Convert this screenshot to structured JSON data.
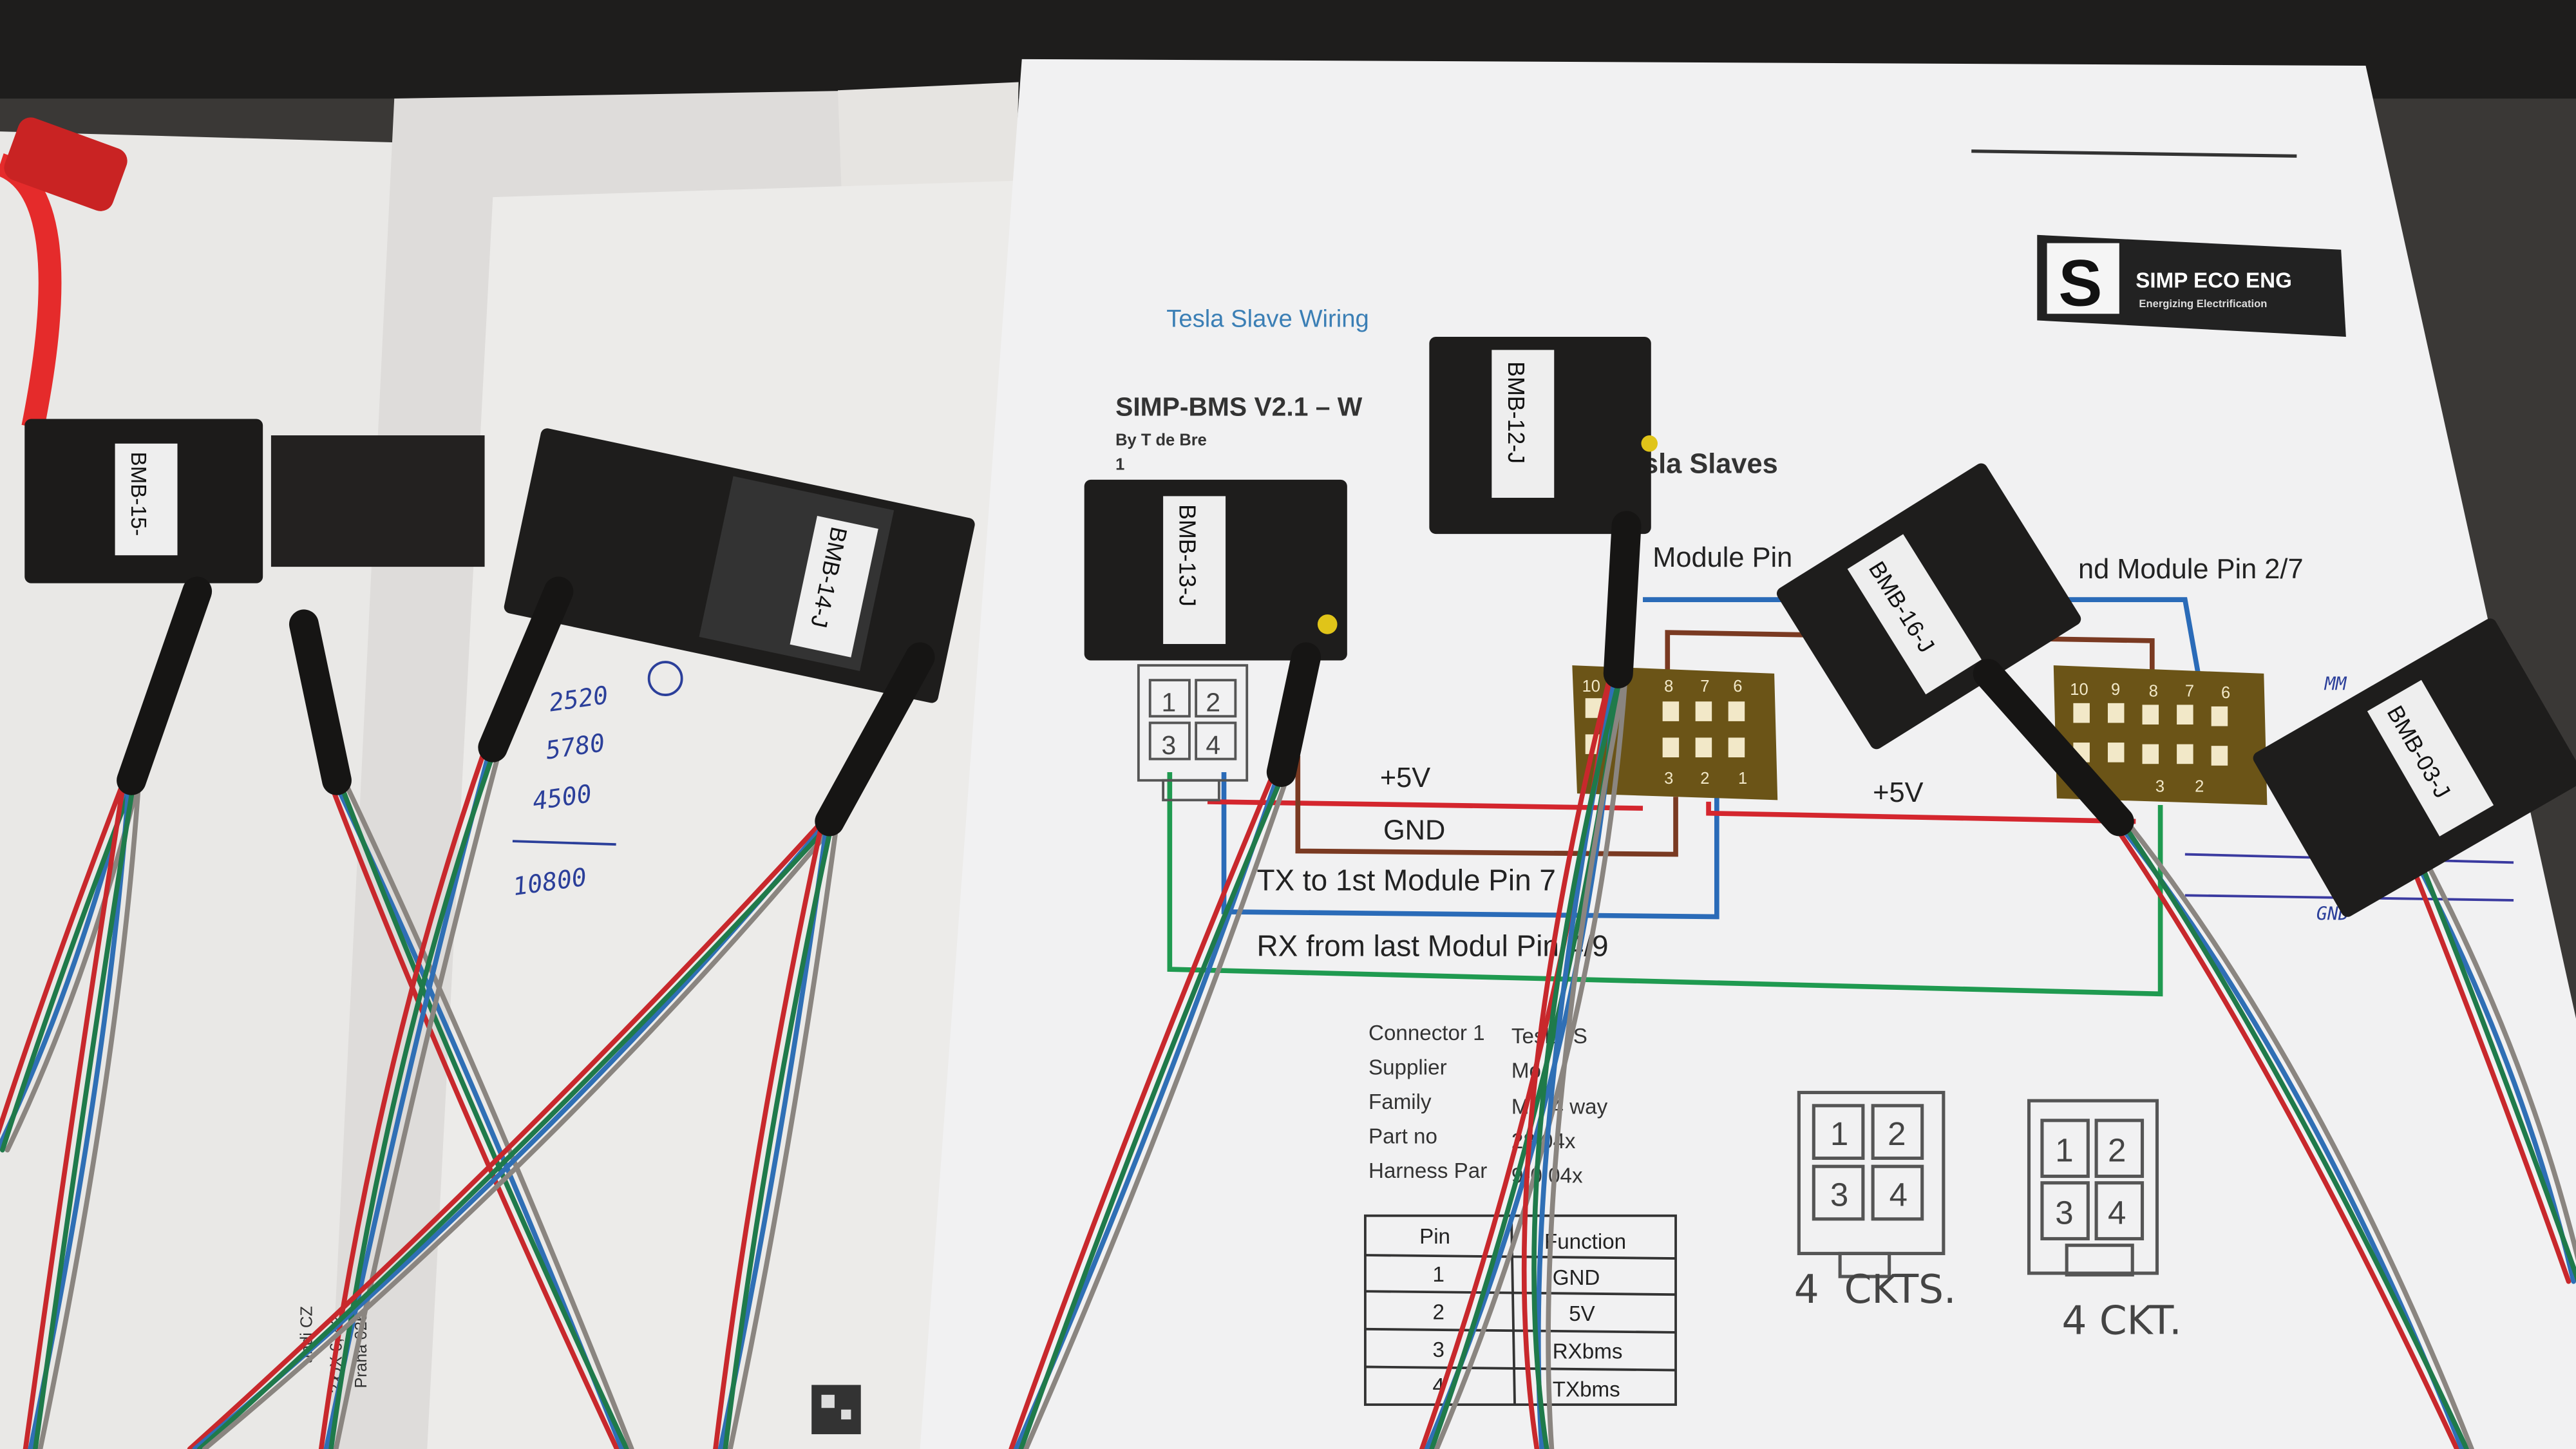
{
  "document": {
    "subtitle": "Tesla Slave Wiring",
    "title": "SIMP-BMS V2.1 – W",
    "author": "By T de Bre",
    "date_fragment": "1",
    "heading_fragment": "sla Slaves",
    "logo": {
      "letter": "S",
      "name": "SIMP ECO ENG",
      "tagline": "Energizing Electrification"
    },
    "diagram": {
      "label_module_pin_1": "Module Pin",
      "label_module_pin_2": "nd Module Pin 2/7",
      "plus5v_left": "+5V",
      "gnd": "GND",
      "tx": "TX to 1st Module Pin 7",
      "rx": "RX from last Modul  Pin 4/9",
      "plus5v_right": "+5V",
      "small_connector_pins": [
        "1",
        "2",
        "3",
        "4"
      ],
      "header_left_top_pins": [
        "10",
        "8",
        "7",
        "6"
      ],
      "header_left_bottom_pins": [
        "3",
        "2",
        "1"
      ],
      "header_right_top_pins": [
        "10",
        "9",
        "8",
        "7",
        "6"
      ],
      "header_right_bottom_pins": [
        "3",
        "2"
      ]
    },
    "connector_info": [
      {
        "label": "Connector 1",
        "value": "Tesla   IS"
      },
      {
        "label": "Supplier",
        "value": "Mo"
      },
      {
        "label": "Family",
        "value": "Mi  f  4 way"
      },
      {
        "label": "Part no",
        "value": "   28  04x"
      },
      {
        "label": "Harness Par",
        "value": "9-0   04x"
      }
    ],
    "pin_table": {
      "headers": [
        "Pin",
        "Function"
      ],
      "rows": [
        {
          "pin": "1",
          "function": "GND"
        },
        {
          "pin": "2",
          "function": "5V"
        },
        {
          "pin": "3",
          "function": "RXbms"
        },
        {
          "pin": "4",
          "function": "TXbms"
        }
      ]
    },
    "connector_drawings": [
      {
        "pins": [
          "1",
          "2",
          "3",
          "4"
        ],
        "caption": "4  CKTS."
      },
      {
        "pins": [
          "1",
          "2",
          "3",
          "4"
        ],
        "caption": "4 CKT."
      }
    ]
  },
  "connector_labels": [
    "BMB-15-",
    "BMB-14-J",
    "BMB-13-J",
    "BMB-12-J",
    "BMB-16-J",
    "BMB-03-J"
  ],
  "handwritten": {
    "numbers": [
      "2520",
      "5780",
      "4500",
      "10800"
    ],
    "right_note": "GND",
    "right_top_note": "MM"
  },
  "left_paper": {
    "lines": [
      "Praha 025",
      "OX 6, 42",
      "undi CZ",
      "22"
    ]
  },
  "colors": {
    "wire_red": "#c8282c",
    "wire_blue": "#2f6fb5",
    "wire_green": "#1f7a4a",
    "wire_gray": "#8a8580",
    "diagram_brown": "#7a3a22",
    "diagram_blue": "#2a6bb8",
    "diagram_green": "#1f9a50",
    "diagram_red": "#d4262e",
    "subtitle_blue": "#3b7fb5"
  }
}
